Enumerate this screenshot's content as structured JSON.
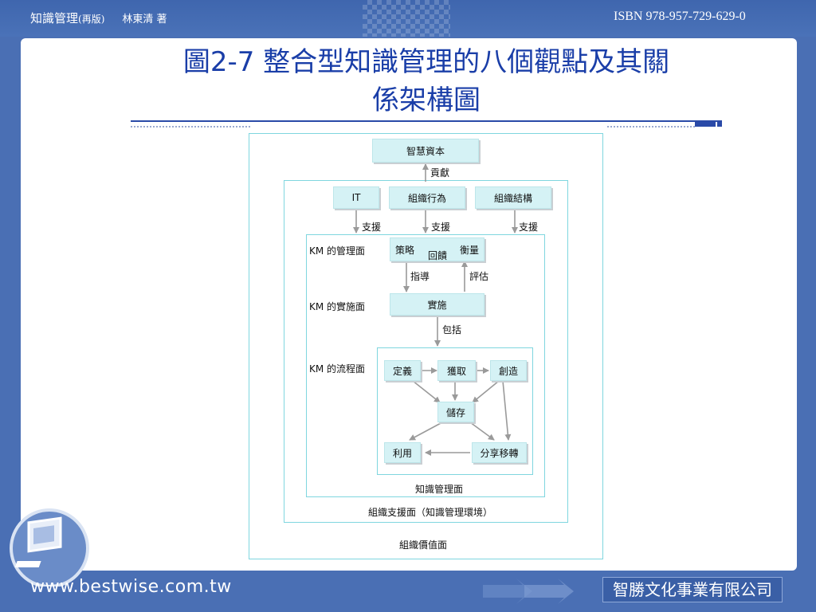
{
  "header": {
    "book_title": "知識管理",
    "edition": "(再版)",
    "author": "林東清 著",
    "isbn": "ISBN 978-957-729-629-0"
  },
  "slide": {
    "title_line1": "圖2-7 整合型知識管理的八個觀點及其關",
    "title_line2": "係架構圖"
  },
  "diagram": {
    "top_node": "智慧資本",
    "contribute_label": "貢獻",
    "support_nodes": [
      "IT",
      "組織行為",
      "組織結構"
    ],
    "support_labels": [
      "支援",
      "支援",
      "支援"
    ],
    "plane_labels": {
      "management": "KM 的管理面",
      "implementation": "KM 的實施面",
      "process": "KM 的流程面"
    },
    "strategy": "策略",
    "measure": "衡量",
    "feedback_label": "回饋",
    "guide_label": "指導",
    "evaluate_label": "評估",
    "implementation_node": "實施",
    "include_label": "包括",
    "process_nodes": {
      "define": "定義",
      "acquire": "獲取",
      "create": "創造",
      "store": "儲存",
      "use": "利用",
      "share": "分享移轉"
    },
    "layer_labels": {
      "km": "知識管理面",
      "support": "組織支援面（知識管理環境）",
      "value": "組織價值面"
    }
  },
  "footer": {
    "url": "www.bestwise.com.tw",
    "company": "智勝文化事業有限公司"
  },
  "colors": {
    "background": "#4a6fb4",
    "title": "#1a3ea8",
    "node_fill": "#d5f2f5",
    "frame": "#7fd6df",
    "arrow": "#9a9a9a"
  }
}
